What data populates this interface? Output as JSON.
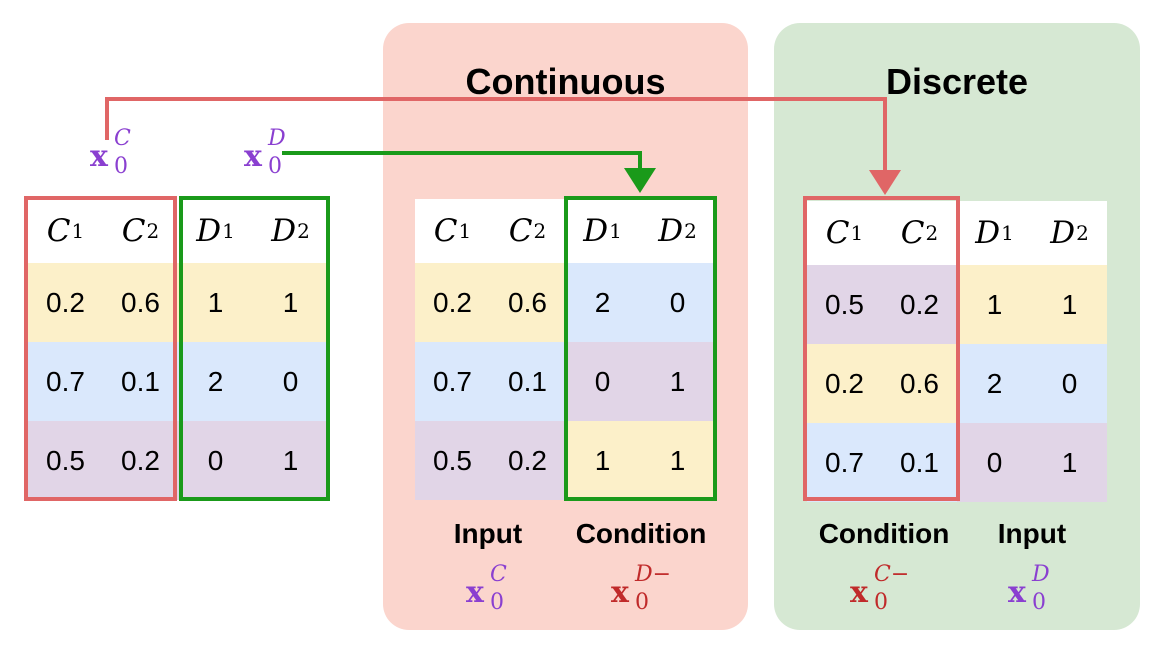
{
  "colors": {
    "continuous_panel": "#fbd5cd",
    "discrete_panel": "#d6e8d3",
    "red_box": "#e06666",
    "green_box": "#1a9a1a",
    "row_yellow": "#fcf0c9",
    "row_blue": "#dae8fc",
    "row_purple": "#e1d5e7",
    "math_purple": "#8a3fd0",
    "math_red": "#c02a2a"
  },
  "panels": {
    "continuous": {
      "title": "Continuous"
    },
    "discrete": {
      "title": "Discrete"
    }
  },
  "headers": [
    {
      "sym": "C",
      "idx": "1"
    },
    {
      "sym": "C",
      "idx": "2"
    },
    {
      "sym": "D",
      "idx": "1"
    },
    {
      "sym": "D",
      "idx": "2"
    }
  ],
  "tables": {
    "source": {
      "rows": [
        {
          "color": "yellow",
          "values": [
            "0.2",
            "0.6",
            "1",
            "1"
          ]
        },
        {
          "color": "blue",
          "values": [
            "0.7",
            "0.1",
            "2",
            "0"
          ]
        },
        {
          "color": "purple",
          "values": [
            "0.5",
            "0.2",
            "0",
            "1"
          ]
        }
      ]
    },
    "continuous": {
      "rows": [
        {
          "values": [
            "0.2",
            "0.6",
            "2",
            "0"
          ],
          "colors": [
            "yellow",
            "yellow",
            "blue",
            "blue"
          ]
        },
        {
          "values": [
            "0.7",
            "0.1",
            "0",
            "1"
          ],
          "colors": [
            "blue",
            "blue",
            "purple",
            "purple"
          ]
        },
        {
          "values": [
            "0.5",
            "0.2",
            "1",
            "1"
          ],
          "colors": [
            "purple",
            "purple",
            "yellow",
            "yellow"
          ]
        }
      ]
    },
    "discrete": {
      "rows": [
        {
          "values": [
            "0.5",
            "0.2",
            "1",
            "1"
          ],
          "colors": [
            "purple",
            "purple",
            "yellow",
            "yellow"
          ]
        },
        {
          "values": [
            "0.2",
            "0.6",
            "2",
            "0"
          ],
          "colors": [
            "yellow",
            "yellow",
            "blue",
            "blue"
          ]
        },
        {
          "values": [
            "0.7",
            "0.1",
            "0",
            "1"
          ],
          "colors": [
            "blue",
            "blue",
            "purple",
            "purple"
          ]
        }
      ]
    }
  },
  "labels": {
    "cont_input": "Input",
    "cont_condition": "Condition",
    "disc_condition": "Condition",
    "disc_input": "Input"
  },
  "math": {
    "base": "x",
    "sub": "0",
    "xC": "C",
    "xD": "D",
    "xDminus": "D−",
    "xCminus": "C−"
  }
}
